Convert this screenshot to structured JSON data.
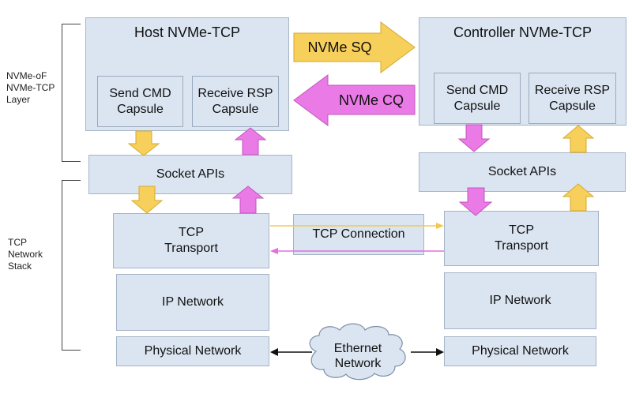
{
  "layers": {
    "nvme_of": [
      "NVMe-oF",
      "NVMe-TCP",
      "Layer"
    ],
    "tcp_stack": [
      "TCP",
      "Network",
      "Stack"
    ]
  },
  "host": {
    "title": "Host NVMe-TCP",
    "send_cmd": [
      "Send CMD",
      "Capsule"
    ],
    "receive_rsp": [
      "Receive RSP",
      "Capsule"
    ],
    "socket_apis": "Socket APIs",
    "tcp_transport": [
      "TCP",
      "Transport"
    ],
    "ip_network": "IP Network",
    "physical_network": "Physical Network"
  },
  "controller": {
    "title": "Controller NVMe-TCP",
    "send_cmd": [
      "Send CMD",
      "Capsule"
    ],
    "receive_rsp": [
      "Receive RSP",
      "Capsule"
    ],
    "socket_apis": "Socket APIs",
    "tcp_transport": [
      "TCP",
      "Transport"
    ],
    "ip_network": "IP Network",
    "physical_network": "Physical Network"
  },
  "queues": {
    "sq": "NVMe SQ",
    "cq": "NVMe CQ"
  },
  "tcp_connection": "TCP Connection",
  "ethernet": [
    "Ethernet",
    "Network"
  ],
  "colors": {
    "box_fill": "#dbe5f1",
    "box_border": "#a6b4c6",
    "send_arrow": "#f7cf5b",
    "receive_arrow": "#ea7ae6"
  }
}
